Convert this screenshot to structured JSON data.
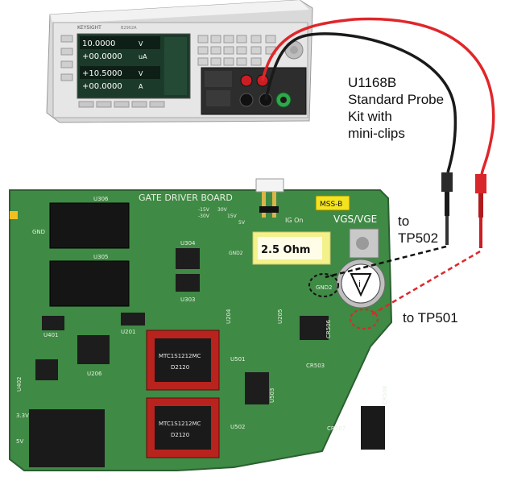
{
  "instrument": {
    "brand": "KEYSIGHT",
    "model_line": "B2902A",
    "readings": [
      {
        "value": "10.0000",
        "unit": "V"
      },
      {
        "value": "+00.0000",
        "unit": "uA"
      },
      {
        "value": "+10.5000",
        "unit": "V"
      },
      {
        "value": "+00.0000",
        "unit": "A"
      }
    ]
  },
  "callouts": {
    "probe_kit_lines": [
      "U1168B",
      "Standard Probe",
      "Kit with",
      "mini-clips"
    ],
    "tp502_lines": [
      "to",
      "TP502"
    ],
    "tp501": "to TP501"
  },
  "board": {
    "title": "GATE DRIVER BOARD",
    "module_label": "MSS-B",
    "connector_label": "VGS/VGE",
    "resistor_tag": "2.5 Ohm",
    "gnd2_label": "GND2",
    "gnd_label": "GND",
    "ig_on": "IG On",
    "transformer_text": [
      "MTC1S1212MC",
      "D2120"
    ],
    "rail_labels": [
      "-15V",
      "-30V",
      "30V",
      "15V",
      "5V"
    ],
    "voltage_labels": [
      "3.3V",
      "5V"
    ],
    "component_labels": [
      "U306",
      "U305",
      "U304",
      "U303",
      "U401",
      "U201",
      "U204",
      "U205",
      "U206",
      "U402",
      "U501",
      "U502",
      "U503",
      "CR506",
      "CR503",
      "CR507",
      "CR508"
    ]
  },
  "colors": {
    "board_green": "#3f8a45",
    "red_lead": "#e0262a",
    "black_lead": "#1a1a1a",
    "instrument_body": "#e6e6e6",
    "screen": "#1c3a2a"
  }
}
